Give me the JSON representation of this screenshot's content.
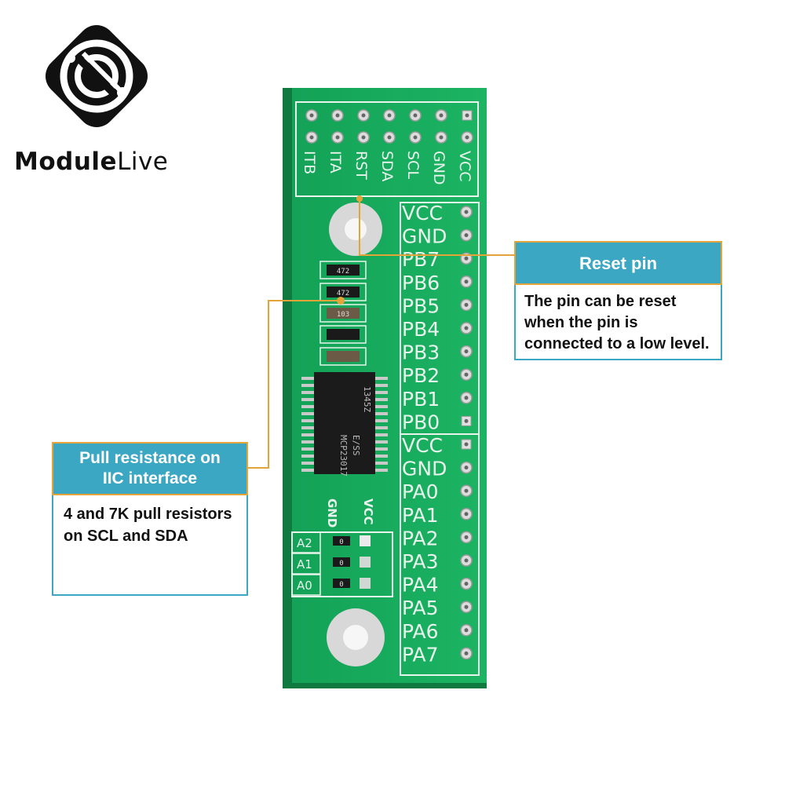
{
  "logo": {
    "brand_bold": "Module",
    "brand_light": "Live",
    "icon": "module-live-logo-icon"
  },
  "board": {
    "top_header_labels": [
      "ITB",
      "ITA",
      "RST",
      "SDA",
      "SCL",
      "GND",
      "VCC"
    ],
    "right_header_labels": [
      "VCC",
      "GND",
      "PB7",
      "PB6",
      "PB5",
      "PB4",
      "PB3",
      "PB2",
      "PB1",
      "PB0",
      "VCC",
      "GND",
      "PA0",
      "PA1",
      "PA2",
      "PA3",
      "PA4",
      "PA5",
      "PA6",
      "PA7"
    ],
    "address_labels": [
      "A2",
      "A1",
      "A0"
    ],
    "jumper_side_labels": [
      "GND",
      "VCC"
    ],
    "chip_text": [
      "MCP23017",
      "E/SS",
      "1345Z"
    ],
    "resistor_marks": [
      "472",
      "472",
      "103"
    ],
    "jumper_marks": [
      "0",
      "0",
      "0"
    ],
    "colors": {
      "pcb": "#17a85a",
      "silk": "#e8f4ec",
      "header": "#3ca7c2",
      "leader": "#e3a53a"
    }
  },
  "reset_callout": {
    "title": "Reset pin",
    "lines": [
      "The pin can be reset",
      "when the pin is",
      "connected to a low level."
    ]
  },
  "pull_callout": {
    "title_lines": [
      "Pull resistance on",
      "IIC interface"
    ],
    "lines": [
      "4 and 7K pull resistors",
      "on SCL and SDA"
    ]
  }
}
